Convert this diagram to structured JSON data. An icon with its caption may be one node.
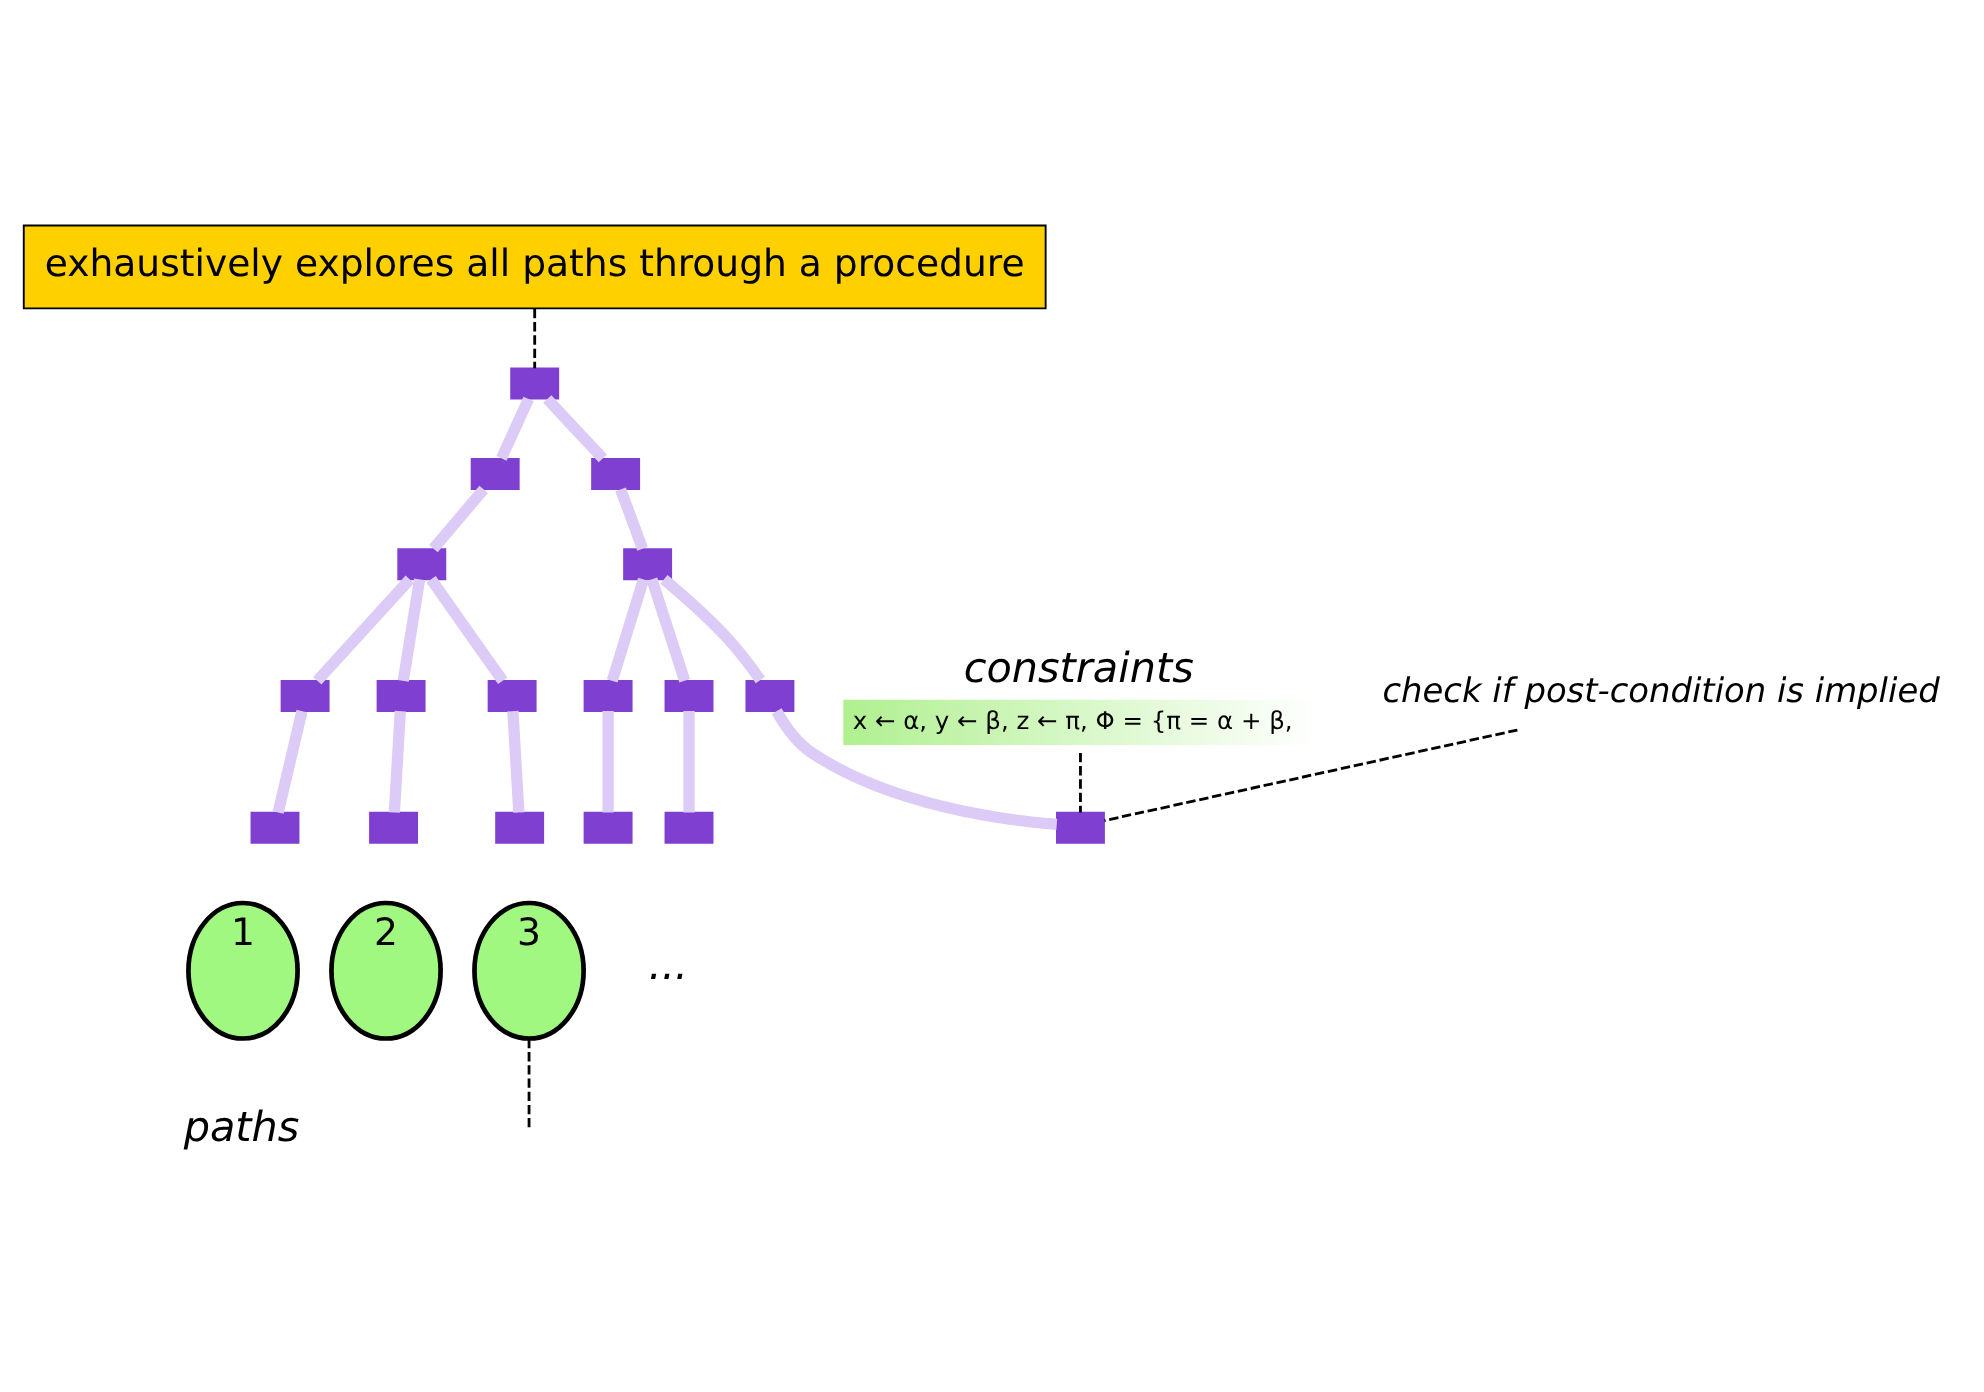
{
  "diagram": {
    "nodes": [
      {
        "text": [
          "exhaustively explores all paths through a procedure"
        ]
      },
      {
        "text": [],
        "shape": "box"
      },
      {
        "text": [],
        "shape": "box"
      },
      {
        "text": [],
        "shape": "box"
      },
      {
        "text": [],
        "shape": "box"
      },
      {
        "text": [],
        "shape": "box"
      },
      {
        "text": [],
        "shape": "box"
      },
      {
        "text": [],
        "shape": "box"
      },
      {
        "text": [],
        "shape": "box"
      },
      {
        "text": [],
        "shape": "box"
      },
      {
        "text": [],
        "shape": "box"
      },
      {
        "text": [],
        "shape": "box"
      },
      {
        "text": [],
        "shape": "box"
      },
      {
        "text": [],
        "shape": "box"
      },
      {
        "text": [],
        "shape": "box"
      },
      {
        "text": [],
        "shape": "box"
      },
      {
        "text": [],
        "shape": "box"
      },
      {
        "text": [],
        "shape": "box"
      },
      {
        "text": [
          "1"
        ]
      },
      {
        "text": [
          "2"
        ]
      },
      {
        "text": [
          "3"
        ]
      },
      {
        "text": [
          "constraints",
          "x ← α, y ← β, z ← π, Φ = {π = α + β,"
        ]
      },
      {
        "text": [
          "check if post-condition is implied"
        ]
      }
    ],
    "edges": [
      {
        "from": 1,
        "to": 2,
        "arrow": "none"
      },
      {
        "from": 1,
        "to": 3,
        "arrow": "none"
      },
      {
        "from": 2,
        "to": 4,
        "arrow": "none"
      },
      {
        "from": 3,
        "to": 5,
        "arrow": "none"
      },
      {
        "from": 4,
        "to": 6,
        "arrow": "none"
      },
      {
        "from": 4,
        "to": 7,
        "arrow": "none"
      },
      {
        "from": 4,
        "to": 8,
        "arrow": "none"
      },
      {
        "from": 5,
        "to": 9,
        "arrow": "none"
      },
      {
        "from": 5,
        "to": 10,
        "arrow": "none"
      },
      {
        "from": 5,
        "to": 11,
        "arrow": "none"
      },
      {
        "from": 6,
        "to": 12,
        "arrow": "none"
      },
      {
        "from": 7,
        "to": 13,
        "arrow": "none"
      },
      {
        "from": 8,
        "to": 14,
        "arrow": "none"
      },
      {
        "from": 9,
        "to": 15,
        "arrow": "none"
      },
      {
        "from": 10,
        "to": 16,
        "arrow": "none"
      },
      {
        "from": 11,
        "to": 17,
        "arrow": "none"
      },
      {
        "from": 0,
        "to": 1,
        "arrow": "none",
        "style": "dashed",
        "color": "#000000"
      },
      {
        "from": 21,
        "to": 17,
        "arrow": "none",
        "style": "dashed",
        "color": "#000000"
      },
      {
        "from": 22,
        "to": 17,
        "arrow": "none",
        "style": "dashed",
        "color": "#000000"
      },
      {
        "from": 20,
        "to": null,
        "arrow": "none",
        "style": "dashed",
        "color": "#000000"
      }
    ],
    "labels": [
      "...",
      "paths"
    ]
  }
}
